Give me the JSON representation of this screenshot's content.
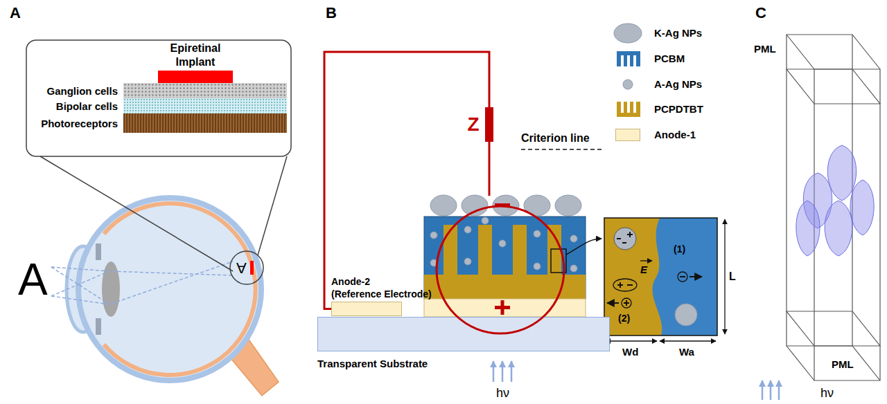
{
  "diagram": {
    "nodes": [
      {
        "text": [
          "Epiretinal Implant"
        ]
      },
      {
        "text": [
          "Ganglion cells"
        ]
      },
      {
        "text": [
          "Bipolar cells"
        ]
      },
      {
        "text": [
          "Photoreceptors"
        ]
      },
      {
        "text": [
          "Z"
        ]
      },
      {
        "text": [
          "Anode-2",
          "(Reference Electrode)"
        ]
      },
      {
        "text": [
          "Transparent Substrate"
        ]
      }
    ],
    "edges": [
      {
        "from": 5,
        "to": 4,
        "arrow": "none"
      }
    ],
    "labels": [
      "A",
      "A",
      "A",
      "B",
      "Criterion line",
      "E",
      "(1)",
      "(2)",
      "L",
      "Wd",
      "Wa",
      "hν",
      "C",
      "PML",
      "PML",
      "hν"
    ],
    "legend": [
      {
        "text": "K-Ag NPs"
      },
      {
        "text": "PCBM"
      },
      {
        "text": "A-Ag NPs"
      },
      {
        "text": "PCPDTBT"
      },
      {
        "text": "Anode-1",
        "color": "#fdf0c8"
      }
    ]
  }
}
